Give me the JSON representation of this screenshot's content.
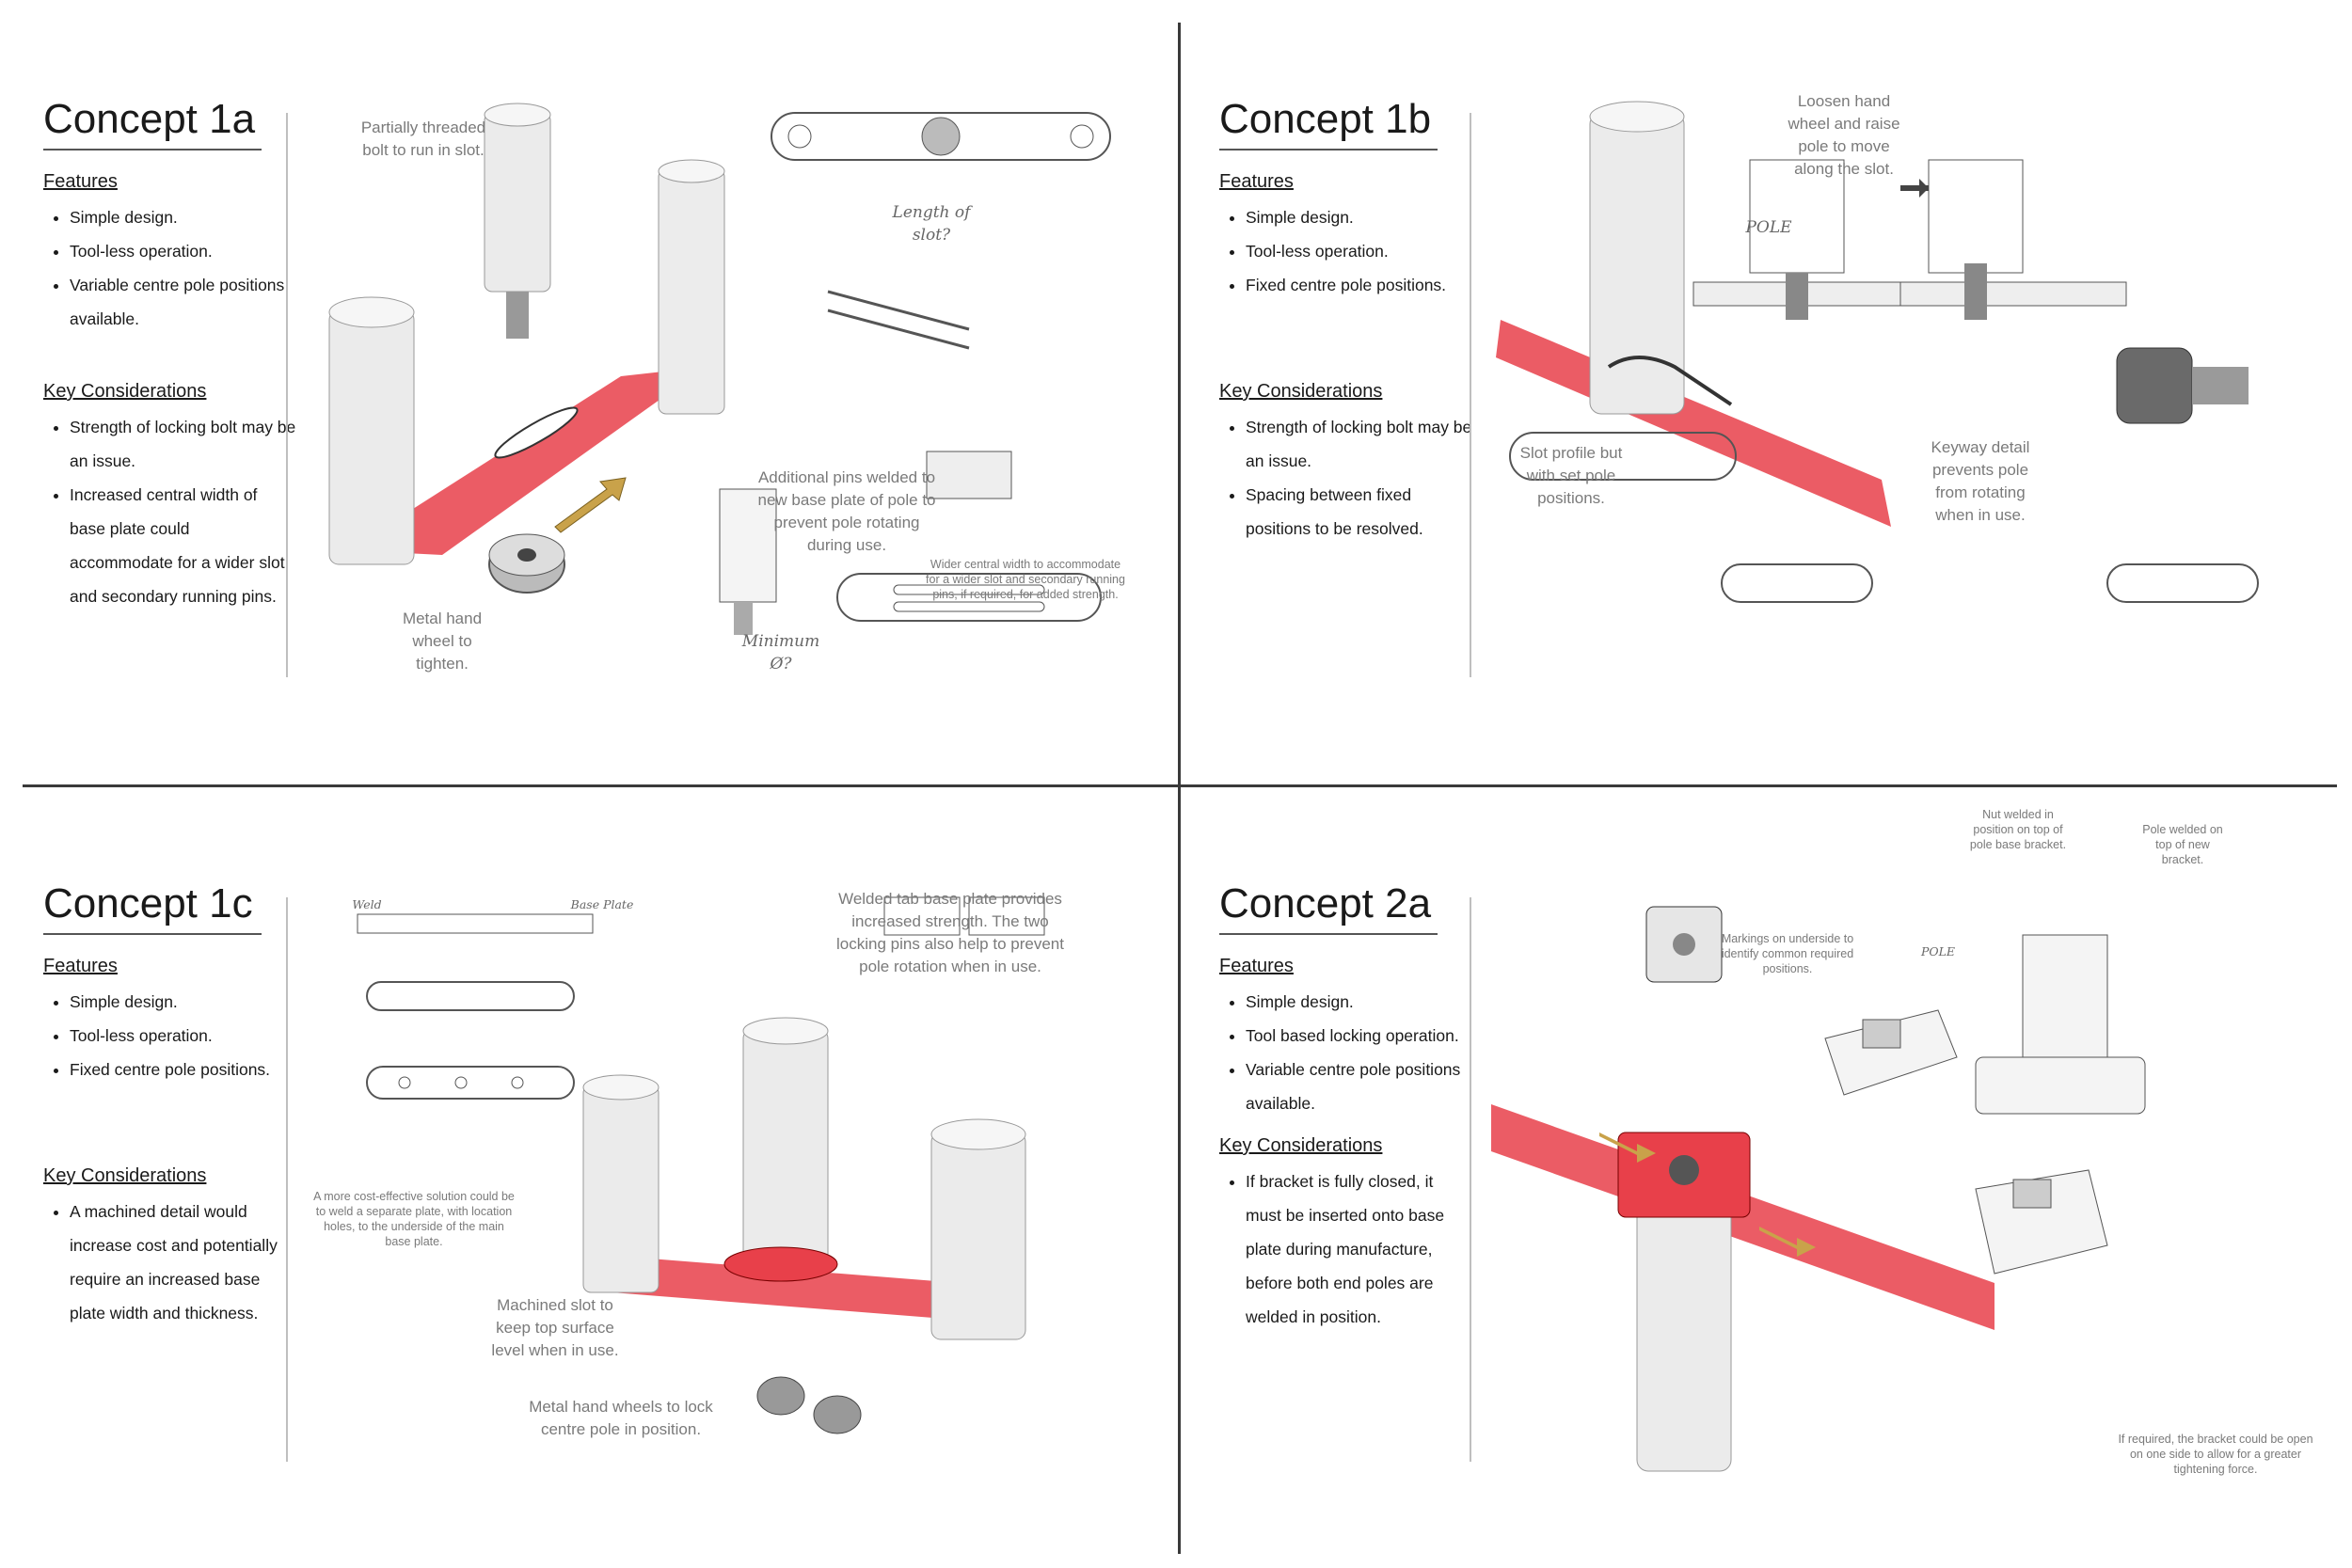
{
  "colors": {
    "accent_red": "#e8404a",
    "arrow_gold": "#c9a24a",
    "sketch": "#6f6f6f"
  },
  "quadrants": [
    {
      "title": "Concept 1a",
      "features_heading": "Features",
      "features": [
        "Simple design.",
        "Tool-less operation.",
        "Variable centre pole positions available."
      ],
      "considerations_heading": "Key Considerations",
      "considerations": [
        "Strength of locking bolt may be an issue.",
        "Increased central width of base plate could accommodate for a wider slot and secondary running pins."
      ],
      "annotations": {
        "bolt": "Partially threaded bolt to run in slot.",
        "pins": "Additional pins welded to new base plate of pole to prevent pole rotating during use.",
        "wider": "Wider central width to accommodate for a wider slot and secondary running pins, if required, for added strength.",
        "wheel": "Metal hand wheel to tighten.",
        "length": "Length of slot?",
        "minimum": "Minimum Ø?"
      }
    },
    {
      "title": "Concept 1b",
      "features_heading": "Features",
      "features": [
        "Simple design.",
        "Tool-less operation.",
        "Fixed centre pole positions."
      ],
      "considerations_heading": "Key Considerations",
      "considerations": [
        "Strength of locking bolt may be an issue.",
        "Spacing between fixed positions to be resolved."
      ],
      "annotations": {
        "loosen": "Loosen hand wheel and raise pole to move along the slot.",
        "slot": "Slot profile but with set pole positions.",
        "keyway": "Keyway detail prevents pole from rotating when in use.",
        "pole": "POLE"
      }
    },
    {
      "title": "Concept 1c",
      "features_heading": "Features",
      "features": [
        "Simple design.",
        "Tool-less operation.",
        "Fixed centre pole positions."
      ],
      "considerations_heading": "Key Considerations",
      "considerations": [
        "A machined detail would increase cost and potentially require an increased base plate width and thickness."
      ],
      "annotations": {
        "welded": "Welded tab base plate provides increased strength. The two locking pins also help to prevent pole rotation when in use.",
        "cost": "A more cost-effective solution could be to weld a separate plate, with location holes, to the underside of the main base plate.",
        "machined": "Machined slot to keep top surface level when in use.",
        "wheels": "Metal hand wheels to lock centre pole in position.",
        "weld": "Weld",
        "base_plate": "Base Plate"
      }
    },
    {
      "title": "Concept 2a",
      "features_heading": "Features",
      "features": [
        "Simple design.",
        "Tool based locking operation.",
        "Variable centre pole positions available."
      ],
      "considerations_heading": "Key Considerations",
      "considerations": [
        "If bracket is fully closed, it must be inserted onto base plate during manufacture, before both end poles are welded in position."
      ],
      "annotations": {
        "nut": "Nut welded in position on top of pole base bracket.",
        "pole_welded": "Pole welded on top of new bracket.",
        "markings": "Markings on underside to identify common required positions.",
        "bracket": "If required, the bracket could be open on one side to allow for a greater tightening force.",
        "pole": "POLE"
      }
    }
  ]
}
